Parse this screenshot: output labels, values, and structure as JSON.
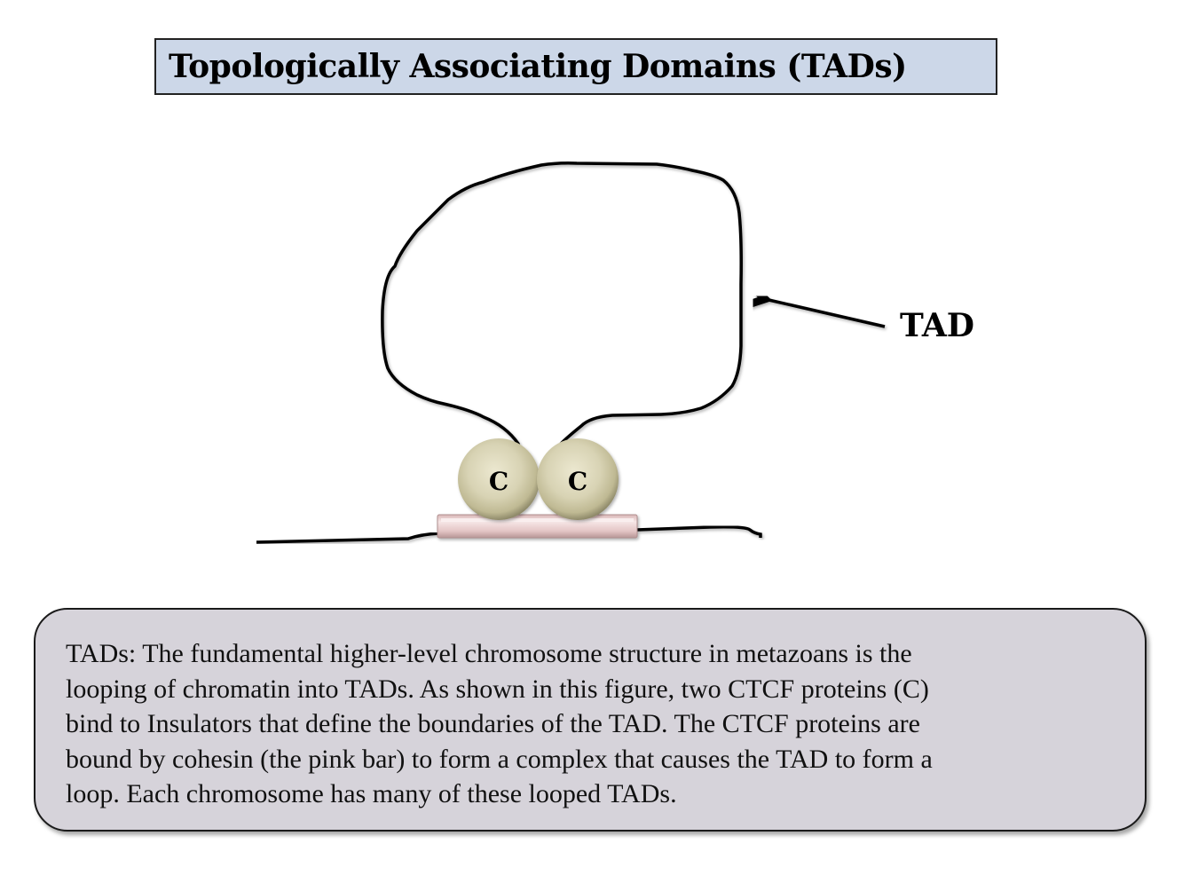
{
  "title": "Topologically Associating Domains (TADs)",
  "diagram": {
    "loop_label": "TAD",
    "ctcf_proteins": [
      {
        "label": "C"
      },
      {
        "label": "C"
      }
    ],
    "colors": {
      "title_bg": "#ccd7e8",
      "ctcf_fill": "#d8d3b4",
      "cohesin_fill": "#e6c8c8",
      "caption_bg": "#d6d3da",
      "line": "#000000"
    }
  },
  "caption": {
    "lines": [
      "TADs:  The fundamental higher-level chromosome structure in metazoans is the",
      "looping of chromatin into TADs. As shown in this figure, two CTCF proteins (C)",
      "bind to Insulators that define the boundaries of the TAD. The CTCF proteins are",
      "bound by cohesin (the pink bar) to form a complex that causes the TAD to form a",
      "loop.  Each chromosome has many of these looped TADs."
    ]
  }
}
